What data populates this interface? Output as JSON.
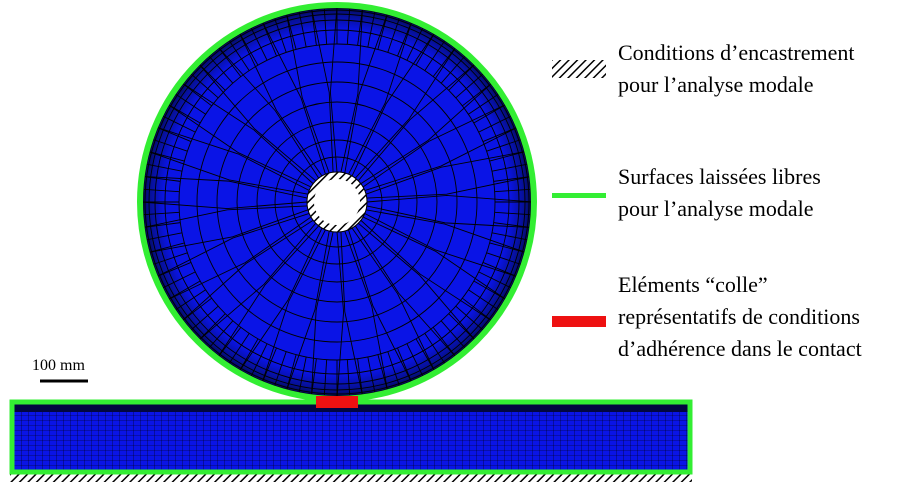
{
  "legend": {
    "fixed": {
      "icon": "hatch-pattern",
      "line1": "Conditions d’encastrement",
      "line2": "pour l’analyse modale"
    },
    "free": {
      "icon": "green-line",
      "color": "#33ee33",
      "line1": "Surfaces laissées libres",
      "line2": "pour l’analyse modale"
    },
    "glue": {
      "icon": "red-bar",
      "color": "#ee1111",
      "line1": "Eléments “colle”",
      "line2": "représentatifs de conditions",
      "line3": "d’adhérence dans le contact"
    }
  },
  "scale_bar": {
    "label": "100 mm"
  },
  "colors": {
    "mesh_fill": "#0a14e6",
    "mesh_lines": "#000000",
    "free_surface": "#33ee33",
    "glue": "#ee1111"
  }
}
